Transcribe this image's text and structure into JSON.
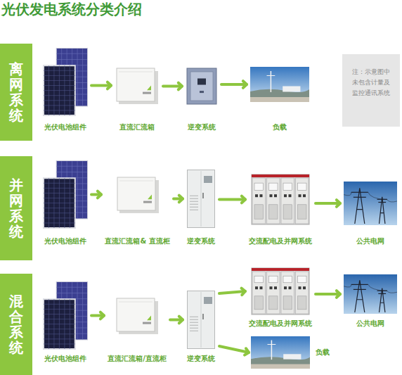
{
  "diagram": {
    "title": "光伏发电系统分类介绍",
    "nodes": [
      {
        "text": [
          "离网系统"
        ]
      },
      {
        "text": [
          "光伏电池组件"
        ]
      },
      {
        "text": [
          "直流汇流箱"
        ]
      },
      {
        "text": [
          "逆变系统"
        ]
      },
      {
        "text": [
          "负载"
        ]
      },
      {
        "text": [
          "注：示意图中未包含计量及监控通讯系统"
        ]
      },
      {
        "text": [
          "并网系统"
        ]
      },
      {
        "text": [
          "光伏电池组件"
        ]
      },
      {
        "text": [
          "直流汇流箱& 直流柜"
        ]
      },
      {
        "text": [
          "逆变系统"
        ]
      },
      {
        "text": [
          "交流配电及并网系统"
        ]
      },
      {
        "text": [
          "公共电网"
        ]
      },
      {
        "text": [
          "混合系统"
        ]
      },
      {
        "text": [
          "光伏电池组件"
        ]
      },
      {
        "text": [
          "直流汇流箱/直流柜"
        ]
      },
      {
        "text": [
          "逆变系统"
        ]
      },
      {
        "text": [
          "交流配电及并网系统"
        ]
      },
      {
        "text": [
          "公共电网"
        ]
      },
      {
        "text": [
          "负载"
        ]
      }
    ],
    "edges": [
      {
        "from": 1,
        "to": 2,
        "arrow": "to"
      },
      {
        "from": 2,
        "to": 3,
        "arrow": "to"
      },
      {
        "from": 3,
        "to": 4,
        "arrow": "to"
      },
      {
        "from": 7,
        "to": 8,
        "arrow": "to"
      },
      {
        "from": 8,
        "to": 9,
        "arrow": "to"
      },
      {
        "from": 9,
        "to": 10,
        "arrow": "to"
      },
      {
        "from": 10,
        "to": 11,
        "arrow": "to"
      },
      {
        "from": 13,
        "to": 14,
        "arrow": "to"
      },
      {
        "from": 14,
        "to": 15,
        "arrow": "to"
      },
      {
        "from": 15,
        "to": 16,
        "arrow": "to"
      },
      {
        "from": 16,
        "to": 17,
        "arrow": "to"
      },
      {
        "from": 15,
        "to": 18,
        "arrow": "to"
      }
    ]
  }
}
